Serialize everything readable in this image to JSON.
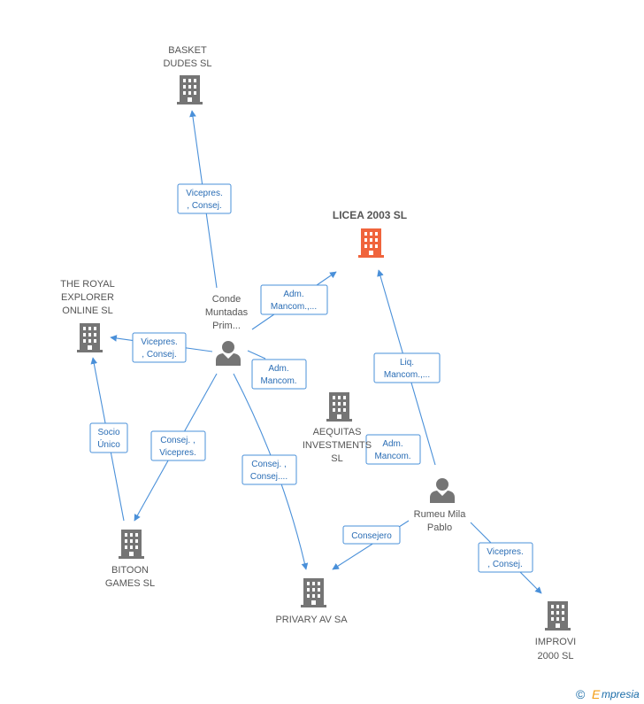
{
  "nodes": {
    "basket": {
      "lines": [
        "BASKET",
        "DUDES SL"
      ]
    },
    "licea": {
      "lines": [
        "LICEA 2003 SL"
      ]
    },
    "royal": {
      "lines": [
        "THE ROYAL",
        "EXPLORER",
        "ONLINE SL"
      ]
    },
    "conde": {
      "lines": [
        "Conde",
        "Muntadas",
        "Prim..."
      ]
    },
    "aequitas": {
      "lines": [
        "AEQUITAS",
        "INVESTMENTS",
        "SL"
      ]
    },
    "rumeu": {
      "lines": [
        "Rumeu Mila",
        "Pablo"
      ]
    },
    "bitoon": {
      "lines": [
        "BITOON",
        "GAMES  SL"
      ]
    },
    "privary": {
      "lines": [
        "PRIVARY AV SA"
      ]
    },
    "improvi": {
      "lines": [
        "IMPROVI",
        "2000 SL"
      ]
    }
  },
  "edges": {
    "conde_basket": {
      "lines": [
        "Vicepres.",
        ", Consej."
      ]
    },
    "conde_licea": {
      "lines": [
        "Adm.",
        "Mancom.,..."
      ]
    },
    "conde_royal": {
      "lines": [
        "Vicepres.",
        ", Consej."
      ]
    },
    "conde_aequitas": {
      "lines": [
        "Adm.",
        "Mancom."
      ]
    },
    "conde_bitoon": {
      "lines": [
        "Consej. ,",
        "Vicepres."
      ]
    },
    "conde_privary": {
      "lines": [
        "Consej. ,",
        "Consej...."
      ]
    },
    "bitoon_royal": {
      "lines": [
        "Socio",
        "Único"
      ]
    },
    "rumeu_licea": {
      "lines": [
        "Liq.",
        "Mancom.,..."
      ]
    },
    "rumeu_aequitas": {
      "lines": [
        "Adm.",
        "Mancom."
      ]
    },
    "rumeu_privary": {
      "lines": [
        "Consejero"
      ]
    },
    "rumeu_improvi": {
      "lines": [
        "Vicepres.",
        ", Consej."
      ]
    }
  },
  "footer": {
    "copyright": "©",
    "brand_initial": "E",
    "brand_rest": "mpresia"
  },
  "colors": {
    "edge": "#4a90d9",
    "building": "#757575",
    "highlight": "#f0643c"
  }
}
